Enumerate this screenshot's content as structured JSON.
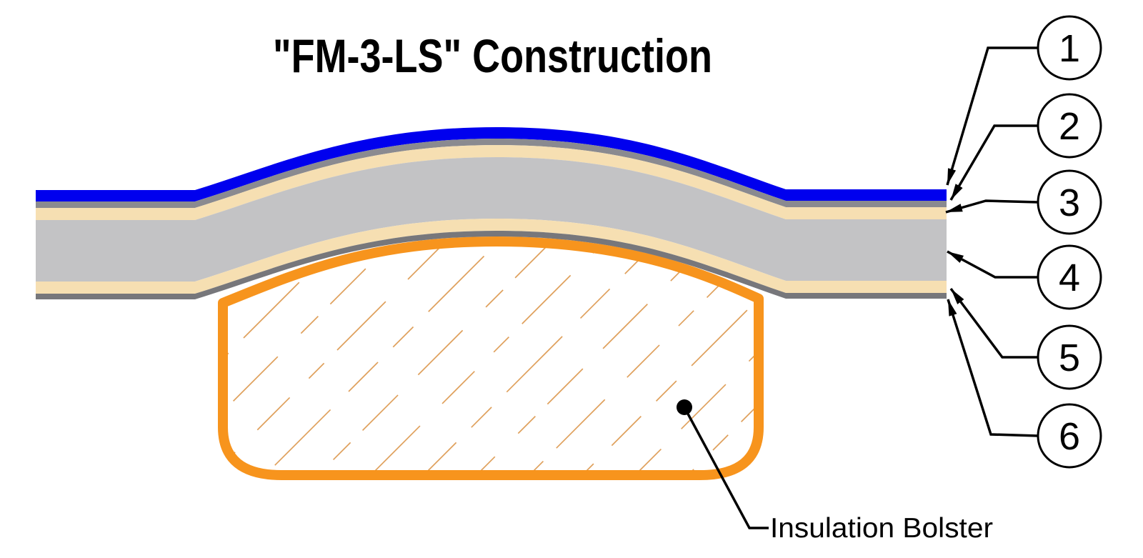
{
  "title": "\"FM-3-LS\" Construction",
  "labels": {
    "insulation_bolster": "Insulation Bolster"
  },
  "callouts": [
    {
      "number": "1"
    },
    {
      "number": "2"
    },
    {
      "number": "3"
    },
    {
      "number": "4"
    },
    {
      "number": "5"
    },
    {
      "number": "6"
    }
  ],
  "colors": {
    "layer1_top_membrane_blue": "#0000ee",
    "layer2_scrim_gray": "#8a8a90",
    "layer3_pad_tan": "#f6dfb2",
    "layer4_core_gray": "#c3c3c5",
    "layer5_pad_tan": "#f6dfb2",
    "layer6_bottom_gray": "#77777b",
    "bolster_outline_orange": "#f7941d",
    "bolster_hatch_orange": "#dfa05c",
    "line_black": "#000000",
    "background": "#ffffff"
  }
}
